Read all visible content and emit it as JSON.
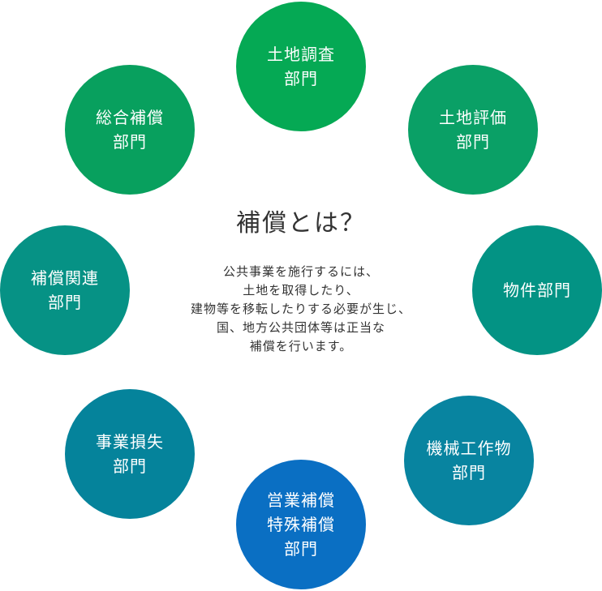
{
  "center": {
    "title": "補償とは？",
    "description": [
      "公共事業を施行するには、",
      "土地を取得したり、",
      "建物等を移転したりする必要が生じ、",
      "国、地方公共団体等は正当な",
      "補償を行います。"
    ]
  },
  "departments": [
    {
      "lines": [
        "土地調査",
        "部門"
      ],
      "color": "#05a954"
    },
    {
      "lines": [
        "土地評価",
        "部門"
      ],
      "color": "#0aa066"
    },
    {
      "lines": [
        "物件部門"
      ],
      "color": "#039384"
    },
    {
      "lines": [
        "機械工作物",
        "部門"
      ],
      "color": "#0884a0"
    },
    {
      "lines": [
        "営業補償",
        "特殊補償",
        "部門"
      ],
      "color": "#0a6fc3"
    },
    {
      "lines": [
        "事業損失",
        "部門"
      ],
      "color": "#05839b"
    },
    {
      "lines": [
        "補償関連",
        "部門"
      ],
      "color": "#069285"
    },
    {
      "lines": [
        "総合補償",
        "部門"
      ],
      "color": "#08a05e"
    }
  ]
}
